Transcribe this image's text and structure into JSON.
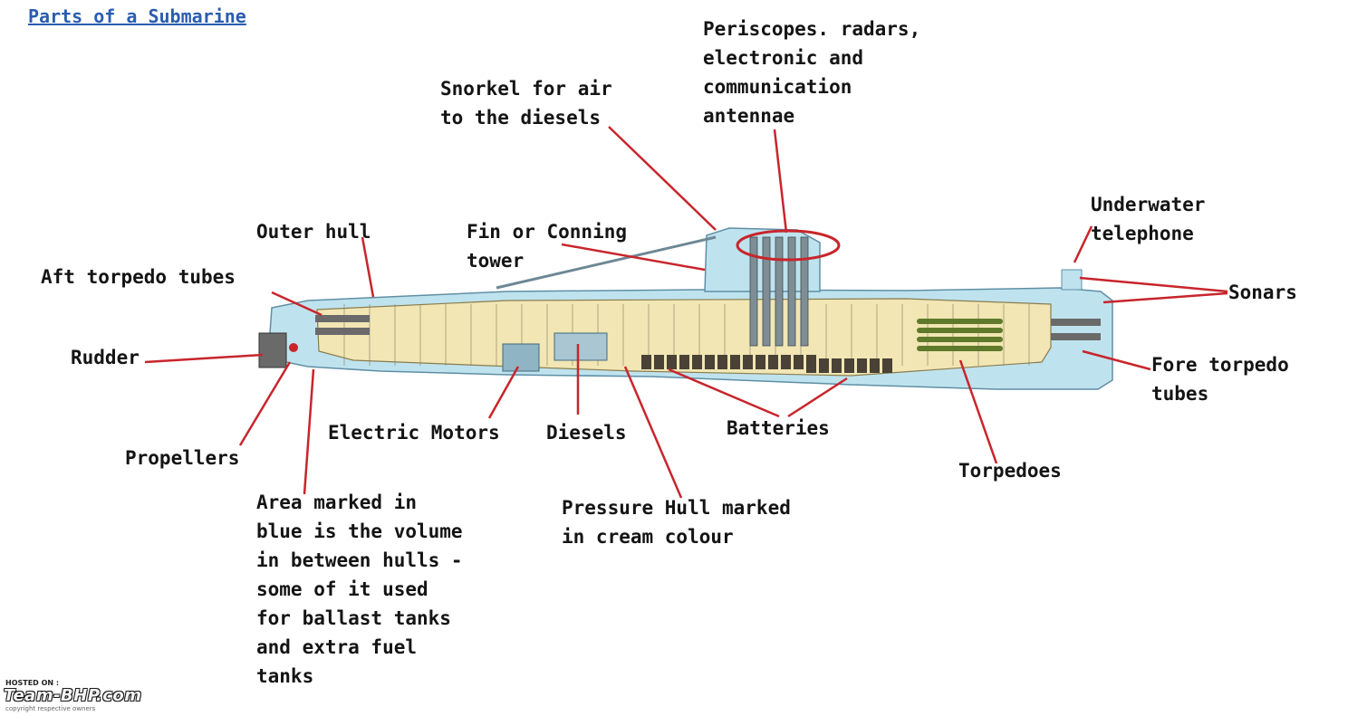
{
  "title": "Parts of a Submarine",
  "labels": {
    "periscopes": "Periscopes. radars,\nelectronic and\ncommunication\nantennae",
    "snorkel": "Snorkel for air\nto the diesels",
    "underwater_telephone": "Underwater\ntelephone",
    "outer_hull": "Outer hull",
    "fin": "Fin or Conning\ntower",
    "aft_torpedo_tubes": "Aft torpedo tubes",
    "sonars": "Sonars",
    "rudder": "Rudder",
    "fore_torpedo_tubes": "Fore torpedo\ntubes",
    "electric_motors": "Electric Motors",
    "diesels": "Diesels",
    "batteries": "Batteries",
    "propellers": "Propellers",
    "torpedoes": "Torpedoes",
    "ballast_note": "Area marked in\nblue is the volume\nin between hulls -\nsome of it used\nfor ballast tanks\nand extra fuel\ntanks",
    "pressure_hull": "Pressure Hull marked\nin cream colour"
  },
  "watermark": {
    "hosted": "HOSTED ON :",
    "brand": "Team-BHP.com",
    "copyright": "copyright respective owners"
  },
  "colors": {
    "outer_hull_blue": "#bfe3ee",
    "pressure_hull_cream": "#f1e6b4",
    "leader_red": "#c8252c",
    "battery_dark": "#4a4236",
    "torpedo_green": "#5f7a2a"
  }
}
